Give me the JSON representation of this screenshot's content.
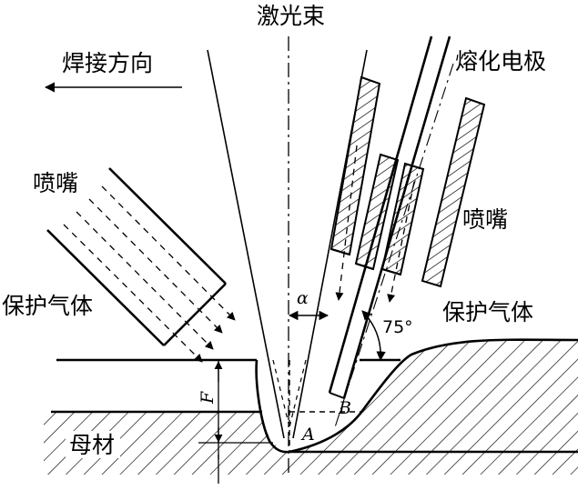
{
  "labels": {
    "laser_beam": "激光束",
    "welding_direction": "焊接方向",
    "consumable_electrode": "熔化电极",
    "nozzle_left": "喷嘴",
    "nozzle_right": "喷嘴",
    "shield_gas_left": "保护气体",
    "shield_gas_right": "保护气体",
    "base_metal": "母材",
    "angle_alpha": "α",
    "angle_75": "75°",
    "point_a": "A",
    "point_b": "B",
    "dim_f": "F"
  },
  "colors": {
    "ink": "#000000",
    "paper": "#ffffff"
  },
  "icons": {
    "direction_arrow": "left-arrow"
  }
}
